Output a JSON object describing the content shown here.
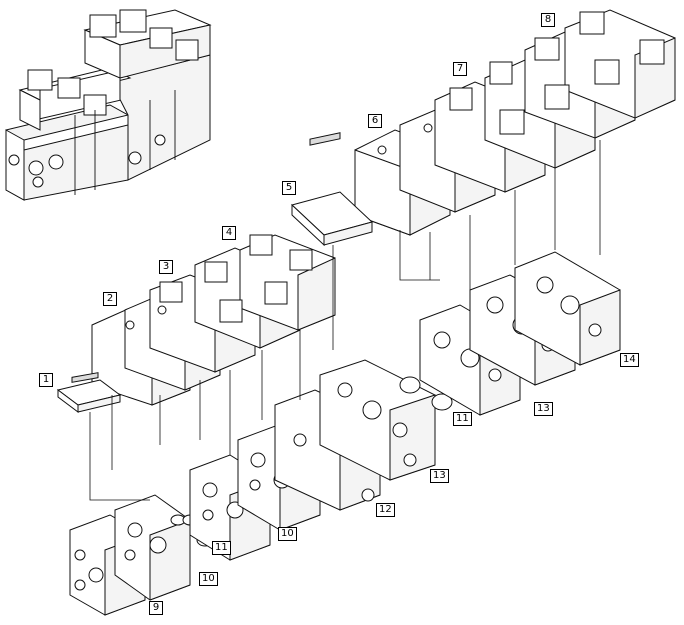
{
  "figure": {
    "labels": [
      "1",
      "2",
      "3",
      "4",
      "5",
      "6",
      "7",
      "8",
      "9",
      "10",
      "10",
      "11",
      "11",
      "12",
      "13",
      "13",
      "14"
    ]
  }
}
